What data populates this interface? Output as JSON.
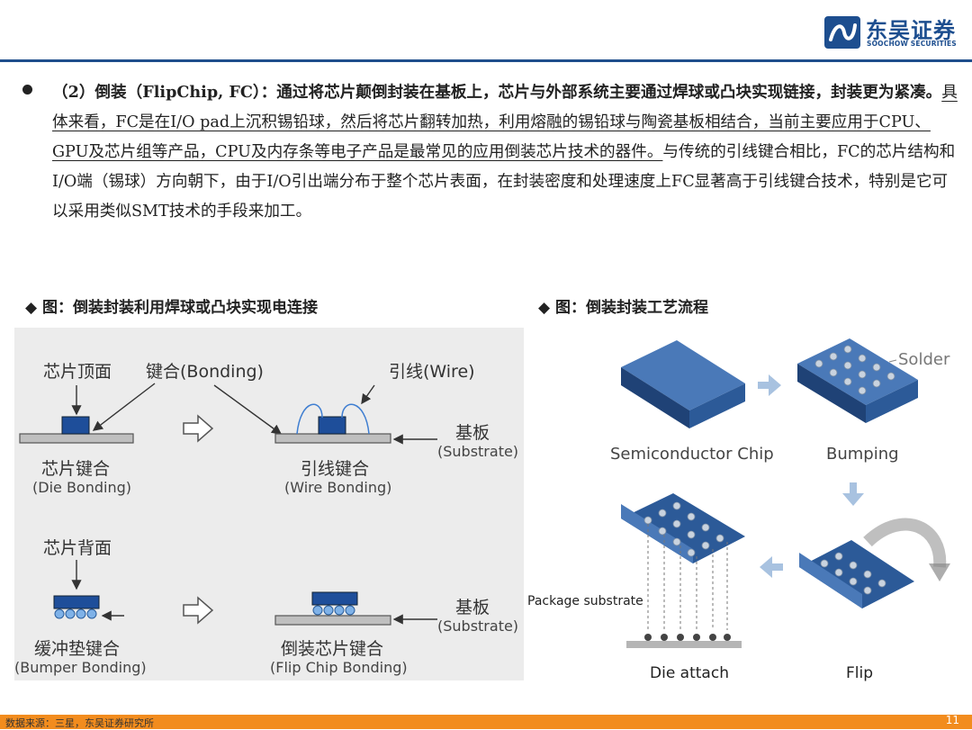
{
  "header": {
    "logo_cn": "东吴证券",
    "logo_en": "SOOCHOW SECURITIES",
    "colors": {
      "brand_blue": "#1d4e8f",
      "rule": "#1f4e8c"
    }
  },
  "paragraph": {
    "bold_intro": "（2）倒装（FlipChip, FC）：通过将芯片颠倒封装在基板上，芯片与外部系统主要通过焊球或凸块实现链接，封装更为紧凑。",
    "underlined": "具体来看，FC是在I/O pad上沉积锡铅球，然后将芯片翻转加热，利用熔融的锡铅球与陶瓷基板相结合，当前主要应用于CPU、GPU及芯片组等产品，CPU及内存条等电子产品是最常见的应用倒装芯片技术的器件。",
    "rest": "与传统的引线键合相比，FC的芯片结构和I/O端（锡球）方向朝下，由于I/O引出端分布于整个芯片表面，在封装密度和处理速度上FC显著高于引线键合技术，特别是它可以采用类似SMT技术的手段来加工。"
  },
  "captions": {
    "left": "◆ 图：倒装封装利用焊球或凸块实现电连接",
    "right": "◆ 图：倒装封装工艺流程"
  },
  "left_figure": {
    "chip_top": "芯片顶面",
    "bonding": "键合(Bonding)",
    "wire": "引线(Wire)",
    "substrate_cn_1": "基板",
    "substrate_en_1": "(Substrate)",
    "die_bonding_cn": "芯片键合",
    "die_bonding_en": "(Die Bonding)",
    "wire_bonding_cn": "引线键合",
    "wire_bonding_en": "(Wire Bonding)",
    "chip_back": "芯片背面",
    "substrate_cn_2": "基板",
    "substrate_en_2": "(Substrate)",
    "bumper_bonding_cn": "缓冲垫键合",
    "bumper_bonding_en": "(Bumper Bonding)",
    "flip_chip_bonding_cn": "倒装芯片键合",
    "flip_chip_bonding_en": "(Flip Chip Bonding)"
  },
  "right_figure": {
    "solder": "Solder",
    "semiconductor_chip": "Semiconductor Chip",
    "bumping": "Bumping",
    "package_substrate": "Package substrate",
    "die_attach": "Die attach",
    "flip": "Flip"
  },
  "footer": {
    "source": "数据来源：三星，东吴证券研究所",
    "page": "11",
    "color": "#f28c1e"
  }
}
